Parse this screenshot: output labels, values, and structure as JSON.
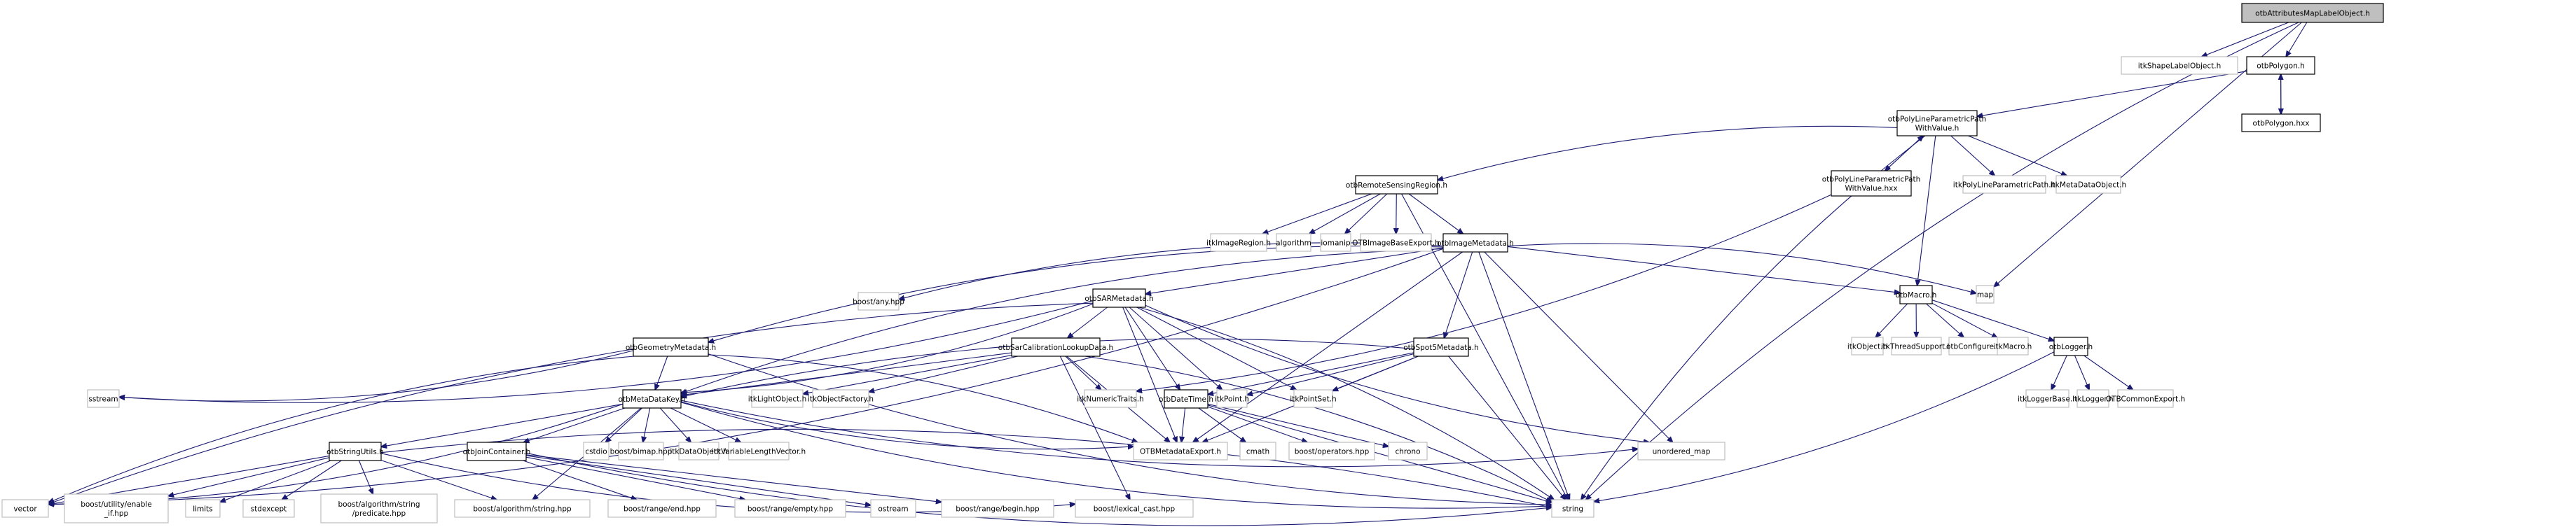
{
  "diagram": {
    "title": "otbAttributesMapLabelObject.h include dependency graph",
    "edge_color": "#191970",
    "root_fill": "#bfbfbf",
    "internal_border": "#000000",
    "external_border": "#bfbfbf",
    "nodes": [
      {
        "id": "root",
        "label": [
          "otbAttributesMapLabelObject.h"
        ],
        "kind": "root"
      },
      {
        "id": "itkShapeLabelObject",
        "label": [
          "itkShapeLabelObject.h"
        ],
        "kind": "external"
      },
      {
        "id": "otbPolygon",
        "label": [
          "otbPolygon.h"
        ],
        "kind": "internal"
      },
      {
        "id": "otbPolygonHxx",
        "label": [
          "otbPolygon.hxx"
        ],
        "kind": "internal"
      },
      {
        "id": "otbPLPPWV",
        "label": [
          "otbPolyLineParametricPath",
          "WithValue.h"
        ],
        "kind": "internal"
      },
      {
        "id": "otbPLPPWVhxx",
        "label": [
          "otbPolyLineParametricPath",
          "WithValue.hxx"
        ],
        "kind": "internal"
      },
      {
        "id": "itkPolyLineParametricPath",
        "label": [
          "itkPolyLineParametricPath.h"
        ],
        "kind": "external"
      },
      {
        "id": "itkMetaDataObject",
        "label": [
          "itkMetaDataObject.h"
        ],
        "kind": "external"
      },
      {
        "id": "otbRemoteSensingRegion",
        "label": [
          "otbRemoteSensingRegion.h"
        ],
        "kind": "internal"
      },
      {
        "id": "itkImageRegion",
        "label": [
          "itkImageRegion.h"
        ],
        "kind": "external"
      },
      {
        "id": "algorithm",
        "label": [
          "algorithm"
        ],
        "kind": "external"
      },
      {
        "id": "iomanip",
        "label": [
          "iomanip"
        ],
        "kind": "external"
      },
      {
        "id": "OTBImageBaseExport",
        "label": [
          "OTBImageBaseExport.h"
        ],
        "kind": "external"
      },
      {
        "id": "otbImageMetadata",
        "label": [
          "otbImageMetadata.h"
        ],
        "kind": "internal"
      },
      {
        "id": "boostAny",
        "label": [
          "boost/any.hpp"
        ],
        "kind": "external"
      },
      {
        "id": "otbSARMetadata",
        "label": [
          "otbSARMetadata.h"
        ],
        "kind": "internal"
      },
      {
        "id": "otbMacro",
        "label": [
          "otbMacro.h"
        ],
        "kind": "internal"
      },
      {
        "id": "map",
        "label": [
          "map"
        ],
        "kind": "external"
      },
      {
        "id": "itkObject",
        "label": [
          "itkObject.h"
        ],
        "kind": "external"
      },
      {
        "id": "itkThreadSupport",
        "label": [
          "itkThreadSupport.h"
        ],
        "kind": "external"
      },
      {
        "id": "otbConfigure",
        "label": [
          "otbConfigure.h"
        ],
        "kind": "external"
      },
      {
        "id": "itkMacro",
        "label": [
          "itkMacro.h"
        ],
        "kind": "external"
      },
      {
        "id": "otbLogger",
        "label": [
          "otbLogger.h"
        ],
        "kind": "internal"
      },
      {
        "id": "itkLoggerBase",
        "label": [
          "itkLoggerBase.h"
        ],
        "kind": "external"
      },
      {
        "id": "itkLogger",
        "label": [
          "itkLogger.h"
        ],
        "kind": "external"
      },
      {
        "id": "OTBCommonExport",
        "label": [
          "OTBCommonExport.h"
        ],
        "kind": "external"
      },
      {
        "id": "otbGeometryMetadata",
        "label": [
          "otbGeometryMetadata.h"
        ],
        "kind": "internal"
      },
      {
        "id": "otbSarCalibrationLookupData",
        "label": [
          "otbSarCalibrationLookupData.h"
        ],
        "kind": "internal"
      },
      {
        "id": "otbSpot5Metadata",
        "label": [
          "otbSpot5Metadata.h"
        ],
        "kind": "internal"
      },
      {
        "id": "sstream",
        "label": [
          "sstream"
        ],
        "kind": "external"
      },
      {
        "id": "otbMetaDataKey",
        "label": [
          "otbMetaDataKey.h"
        ],
        "kind": "internal"
      },
      {
        "id": "itkLightObject",
        "label": [
          "itkLightObject.h"
        ],
        "kind": "external"
      },
      {
        "id": "itkObjectFactory",
        "label": [
          "itkObjectFactory.h"
        ],
        "kind": "external"
      },
      {
        "id": "itkNumericTraits",
        "label": [
          "itkNumericTraits.h"
        ],
        "kind": "external"
      },
      {
        "id": "otbDateTime",
        "label": [
          "otbDateTime.h"
        ],
        "kind": "internal"
      },
      {
        "id": "itkPoint",
        "label": [
          "itkPoint.h"
        ],
        "kind": "external"
      },
      {
        "id": "itkPointSet",
        "label": [
          "itkPointSet.h"
        ],
        "kind": "external"
      },
      {
        "id": "otbStringUtils",
        "label": [
          "otbStringUtils.h"
        ],
        "kind": "internal"
      },
      {
        "id": "otbJoinContainer",
        "label": [
          "otbJoinContainer.h"
        ],
        "kind": "internal"
      },
      {
        "id": "cstdio",
        "label": [
          "cstdio"
        ],
        "kind": "external"
      },
      {
        "id": "boostBimap",
        "label": [
          "boost/bimap.hpp"
        ],
        "kind": "external"
      },
      {
        "id": "itkDataObject",
        "label": [
          "itkDataObject.h"
        ],
        "kind": "external"
      },
      {
        "id": "itkVariableLengthVector",
        "label": [
          "itkVariableLengthVector.h"
        ],
        "kind": "external"
      },
      {
        "id": "OTBMetadataExport",
        "label": [
          "OTBMetadataExport.h"
        ],
        "kind": "external"
      },
      {
        "id": "cmath",
        "label": [
          "cmath"
        ],
        "kind": "external"
      },
      {
        "id": "boostOperators",
        "label": [
          "boost/operators.hpp"
        ],
        "kind": "external"
      },
      {
        "id": "chrono",
        "label": [
          "chrono"
        ],
        "kind": "external"
      },
      {
        "id": "unorderedMap",
        "label": [
          "unordered_map"
        ],
        "kind": "external"
      },
      {
        "id": "vector",
        "label": [
          "vector"
        ],
        "kind": "external"
      },
      {
        "id": "boostEnableIf",
        "label": [
          "boost/utility/enable",
          "_if.hpp"
        ],
        "kind": "external"
      },
      {
        "id": "limits",
        "label": [
          "limits"
        ],
        "kind": "external"
      },
      {
        "id": "stdexcept",
        "label": [
          "stdexcept"
        ],
        "kind": "external"
      },
      {
        "id": "boostPredicate",
        "label": [
          "boost/algorithm/string",
          "/predicate.hpp"
        ],
        "kind": "external"
      },
      {
        "id": "boostAlgString",
        "label": [
          "boost/algorithm/string.hpp"
        ],
        "kind": "external"
      },
      {
        "id": "boostRangeEnd",
        "label": [
          "boost/range/end.hpp"
        ],
        "kind": "external"
      },
      {
        "id": "boostRangeEmpty",
        "label": [
          "boost/range/empty.hpp"
        ],
        "kind": "external"
      },
      {
        "id": "ostream",
        "label": [
          "ostream"
        ],
        "kind": "external"
      },
      {
        "id": "boostRangeBegin",
        "label": [
          "boost/range/begin.hpp"
        ],
        "kind": "external"
      },
      {
        "id": "boostLexicalCast",
        "label": [
          "boost/lexical_cast.hpp"
        ],
        "kind": "external"
      },
      {
        "id": "string",
        "label": [
          "string"
        ],
        "kind": "external"
      }
    ],
    "edges": [
      [
        "root",
        "itkShapeLabelObject"
      ],
      [
        "root",
        "otbPolygon"
      ],
      [
        "root",
        "map"
      ],
      [
        "root",
        "string"
      ],
      [
        "otbPolygon",
        "otbPolygonHxx"
      ],
      [
        "otbPolygonHxx",
        "otbPolygon"
      ],
      [
        "otbPolygon",
        "otbPLPPWV"
      ],
      [
        "otbPLPPWV",
        "otbRemoteSensingRegion"
      ],
      [
        "otbPLPPWV",
        "otbPLPPWVhxx"
      ],
      [
        "otbPLPPWVhxx",
        "otbPLPPWV"
      ],
      [
        "otbPLPPWV",
        "itkPolyLineParametricPath"
      ],
      [
        "otbPLPPWV",
        "itkMetaDataObject"
      ],
      [
        "otbPLPPWV",
        "otbMacro"
      ],
      [
        "otbPLPPWV",
        "string"
      ],
      [
        "otbPLPPWVhxx",
        "itkNumericTraits"
      ],
      [
        "otbRemoteSensingRegion",
        "itkImageRegion"
      ],
      [
        "otbRemoteSensingRegion",
        "algorithm"
      ],
      [
        "otbRemoteSensingRegion",
        "iomanip"
      ],
      [
        "otbRemoteSensingRegion",
        "OTBImageBaseExport"
      ],
      [
        "otbRemoteSensingRegion",
        "otbImageMetadata"
      ],
      [
        "otbRemoteSensingRegion",
        "string"
      ],
      [
        "otbImageMetadata",
        "boostAny"
      ],
      [
        "otbImageMetadata",
        "otbSARMetadata"
      ],
      [
        "otbImageMetadata",
        "otbMacro"
      ],
      [
        "otbImageMetadata",
        "map"
      ],
      [
        "otbImageMetadata",
        "otbGeometryMetadata"
      ],
      [
        "otbImageMetadata",
        "otbSpot5Metadata"
      ],
      [
        "otbImageMetadata",
        "otbMetaDataKey"
      ],
      [
        "otbImageMetadata",
        "vector"
      ],
      [
        "otbImageMetadata",
        "OTBMetadataExport"
      ],
      [
        "otbImageMetadata",
        "unorderedMap"
      ],
      [
        "otbImageMetadata",
        "string"
      ],
      [
        "otbMacro",
        "itkObject"
      ],
      [
        "otbMacro",
        "itkThreadSupport"
      ],
      [
        "otbMacro",
        "otbConfigure"
      ],
      [
        "otbMacro",
        "itkMacro"
      ],
      [
        "otbMacro",
        "otbLogger"
      ],
      [
        "otbLogger",
        "itkLoggerBase"
      ],
      [
        "otbLogger",
        "itkLogger"
      ],
      [
        "otbLogger",
        "OTBCommonExport"
      ],
      [
        "otbLogger",
        "string"
      ],
      [
        "otbSARMetadata",
        "otbSarCalibrationLookupData"
      ],
      [
        "otbSARMetadata",
        "otbMetaDataKey"
      ],
      [
        "otbSARMetadata",
        "otbDateTime"
      ],
      [
        "otbSARMetadata",
        "itkPoint"
      ],
      [
        "otbSARMetadata",
        "itkPointSet"
      ],
      [
        "otbSARMetadata",
        "sstream"
      ],
      [
        "otbSARMetadata",
        "vector"
      ],
      [
        "otbSARMetadata",
        "OTBMetadataExport"
      ],
      [
        "otbSARMetadata",
        "unorderedMap"
      ],
      [
        "otbSARMetadata",
        "string"
      ],
      [
        "otbGeometryMetadata",
        "otbMetaDataKey"
      ],
      [
        "otbGeometryMetadata",
        "sstream"
      ],
      [
        "otbGeometryMetadata",
        "vector"
      ],
      [
        "otbGeometryMetadata",
        "OTBMetadataExport"
      ],
      [
        "otbGeometryMetadata",
        "string"
      ],
      [
        "otbSarCalibrationLookupData",
        "itkLightObject"
      ],
      [
        "otbSarCalibrationLookupData",
        "itkObjectFactory"
      ],
      [
        "otbSarCalibrationLookupData",
        "itkNumericTraits"
      ],
      [
        "otbSarCalibrationLookupData",
        "otbMetaDataKey"
      ],
      [
        "otbSarCalibrationLookupData",
        "OTBMetadataExport"
      ],
      [
        "otbSarCalibrationLookupData",
        "boostLexicalCast"
      ],
      [
        "otbSarCalibrationLookupData",
        "string"
      ],
      [
        "otbSpot5Metadata",
        "otbMetaDataKey"
      ],
      [
        "otbSpot5Metadata",
        "otbDateTime"
      ],
      [
        "otbSpot5Metadata",
        "itkPoint"
      ],
      [
        "otbSpot5Metadata",
        "itkPointSet"
      ],
      [
        "otbSpot5Metadata",
        "OTBMetadataExport"
      ],
      [
        "otbSpot5Metadata",
        "string"
      ],
      [
        "otbMetaDataKey",
        "otbStringUtils"
      ],
      [
        "otbMetaDataKey",
        "otbJoinContainer"
      ],
      [
        "otbMetaDataKey",
        "cstdio"
      ],
      [
        "otbMetaDataKey",
        "boostBimap"
      ],
      [
        "otbMetaDataKey",
        "itkDataObject"
      ],
      [
        "otbMetaDataKey",
        "itkVariableLengthVector"
      ],
      [
        "otbMetaDataKey",
        "OTBMetadataExport"
      ],
      [
        "otbMetaDataKey",
        "vector"
      ],
      [
        "otbMetaDataKey",
        "unorderedMap"
      ],
      [
        "otbMetaDataKey",
        "boostAlgString"
      ],
      [
        "otbMetaDataKey",
        "string"
      ],
      [
        "otbDateTime",
        "OTBMetadataExport"
      ],
      [
        "otbDateTime",
        "cmath"
      ],
      [
        "otbDateTime",
        "boostOperators"
      ],
      [
        "otbDateTime",
        "chrono"
      ],
      [
        "otbDateTime",
        "string"
      ],
      [
        "otbStringUtils",
        "vector"
      ],
      [
        "otbStringUtils",
        "boostEnableIf"
      ],
      [
        "otbStringUtils",
        "limits"
      ],
      [
        "otbStringUtils",
        "stdexcept"
      ],
      [
        "otbStringUtils",
        "boostPredicate"
      ],
      [
        "otbStringUtils",
        "boostAlgString"
      ],
      [
        "otbStringUtils",
        "boostLexicalCast"
      ],
      [
        "otbStringUtils",
        "string"
      ],
      [
        "otbJoinContainer",
        "boostRangeEnd"
      ],
      [
        "otbJoinContainer",
        "boostRangeEmpty"
      ],
      [
        "otbJoinContainer",
        "ostream"
      ],
      [
        "otbJoinContainer",
        "boostRangeBegin"
      ],
      [
        "otbJoinContainer",
        "string"
      ]
    ]
  }
}
